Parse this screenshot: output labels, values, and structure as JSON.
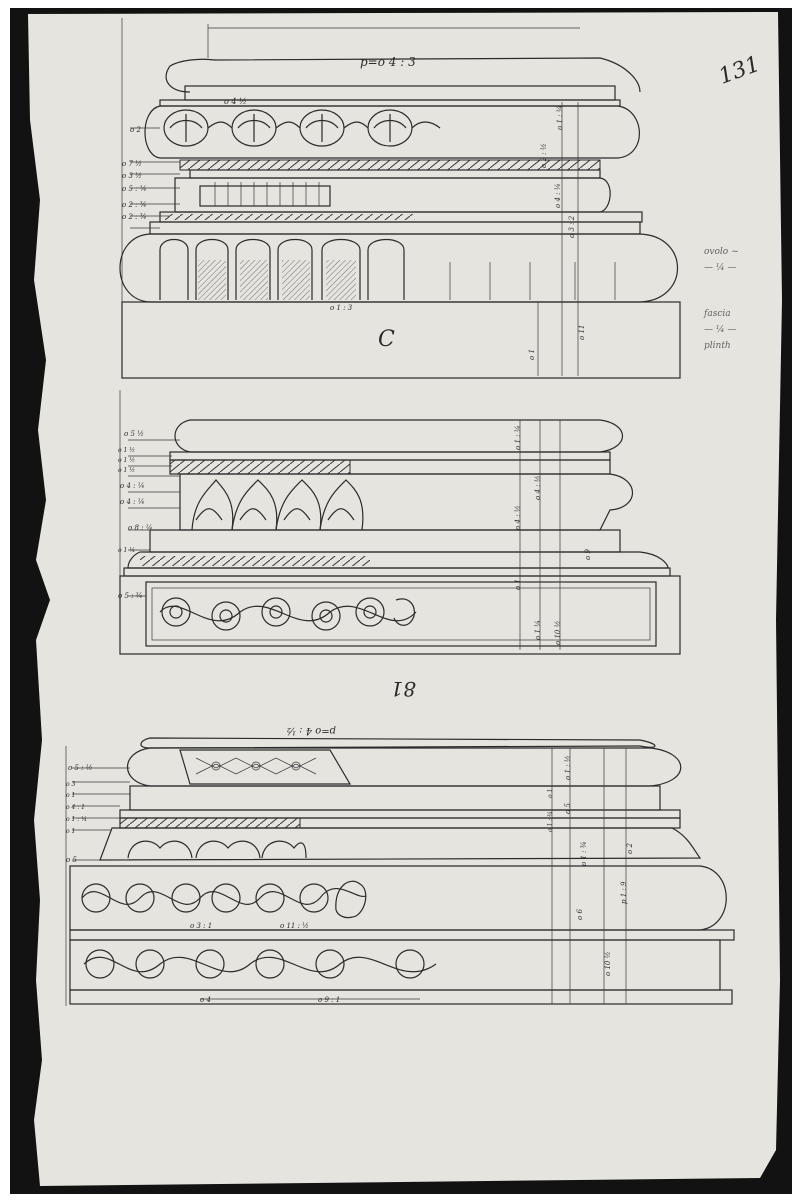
{
  "sheet": {
    "corner_number": "131",
    "margin_note_lines": [
      "ovolo ~",
      "— ¼ —",
      "fascia",
      "— ¼ —",
      "plinth"
    ],
    "colors": {
      "paper": "#e6e4df",
      "ink": "#2b2b2b",
      "background": "#121212"
    }
  },
  "drawings": [
    {
      "id": "upper",
      "title": "p=o 4 : 3",
      "center_letter": "C",
      "left_dims": [
        "o 2",
        "o 7 ½",
        "o 3 ½",
        "o 5 : ¼",
        "o 2 : ¾",
        "o 2 : ¾"
      ],
      "right_dims": [
        "o 1 : ¼",
        "o 2 : ½",
        "o 4 : ¼",
        "o 3 : 2",
        "o 1",
        "o 11"
      ],
      "inline_dims": [
        "o 4 ½",
        "o 1 : 3"
      ]
    },
    {
      "id": "middle",
      "title": "",
      "left_dims": [
        "o 5 ½",
        "o 1 ½",
        "o 1 ½",
        "o 1 ½",
        "o 4 : ¼",
        "o 4 : ¼",
        "o 8 : ¼",
        "o 1 ¼",
        "o 5 : ¾"
      ],
      "right_dims": [
        "o 1 : ¼",
        "o 4 : ½",
        "o 4 : ½",
        "o 9",
        "o 1",
        "o 1 ¼",
        "o 10 ½"
      ]
    },
    {
      "id": "lower",
      "title": "p=o 4 : ½",
      "page_number": "81",
      "left_dims": [
        "o 5 : ½",
        "o 3",
        "o 1",
        "o 4 : 1",
        "o 1 : ¼",
        "o 1",
        "o 5"
      ],
      "right_dims": [
        "o 1 : ½",
        "o 1",
        "o 5",
        "o 1 : ¾",
        "o 1 : ¾",
        "o 2",
        "o 6",
        "p 1 : 9",
        "o 10 ½"
      ],
      "inline_dims": [
        "o 3 : 1",
        "o 11 : ½",
        "o 4",
        "o 9 : 1"
      ]
    }
  ]
}
